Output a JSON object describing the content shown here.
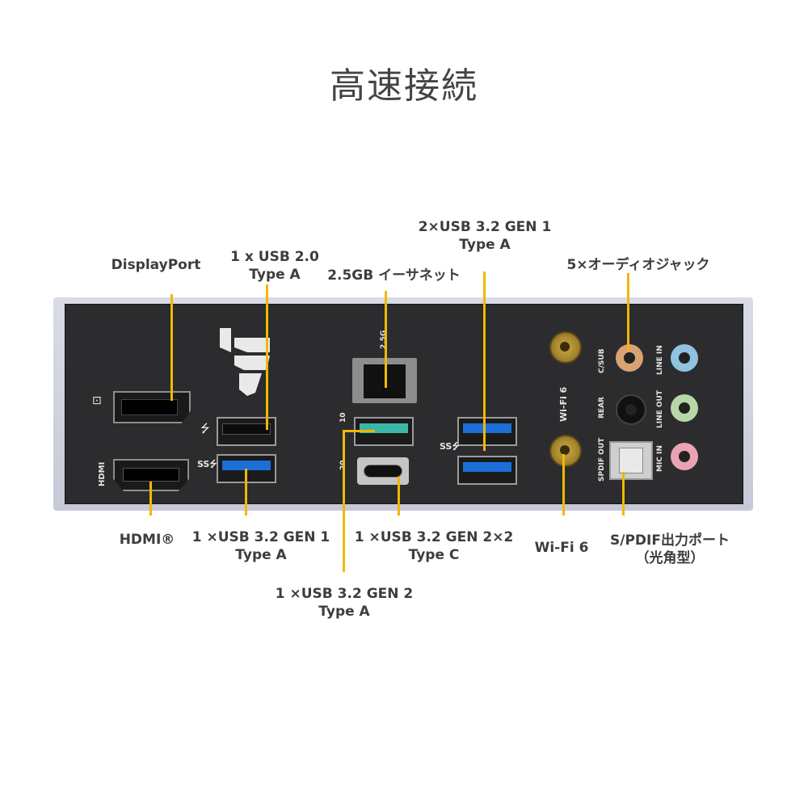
{
  "title": "高速接続",
  "labels": {
    "displayport": "DisplayPort",
    "usb20": [
      "1 x USB 2.0",
      "Type A"
    ],
    "ethernet": "2.5GB イーサネット",
    "usb32g1x2": [
      "2×USB 3.2 GEN 1",
      "Type A"
    ],
    "audio": "5×オーディオジャック",
    "hdmi": "HDMI®",
    "usb32g1": [
      "1 ×USB 3.2 GEN 1",
      "Type A"
    ],
    "usb32g2x2": [
      "1 ×USB 3.2 GEN 2×2",
      "Type C"
    ],
    "wifi": "Wi-Fi 6",
    "spdif": [
      "S/PDIF出力ポート",
      "（光角型）"
    ],
    "usb32g2": [
      "1 ×USB 3.2 GEN 2",
      "Type A"
    ]
  },
  "silkscreen": {
    "hdmi": "HDMI",
    "lan": "2.5G",
    "wifi": "Wi-Fi 6",
    "csub": "C/SUB",
    "rear": "REAR",
    "spdif_out": "SPDIF OUT",
    "line_in": "LINE IN",
    "line_out": "LINE OUT",
    "mic_in": "MIC IN",
    "ss10": "10",
    "ss20": "20"
  },
  "colors": {
    "accent_line": "#f2b705",
    "plate": "#2c2c2e",
    "usb_blue": "#1b6fd6",
    "usb_teal": "#3ab7a6",
    "jack_orange": "#d9a273",
    "jack_blue": "#8fc3e0",
    "jack_green": "#b9d6a6",
    "jack_pink": "#e8a4b4"
  }
}
